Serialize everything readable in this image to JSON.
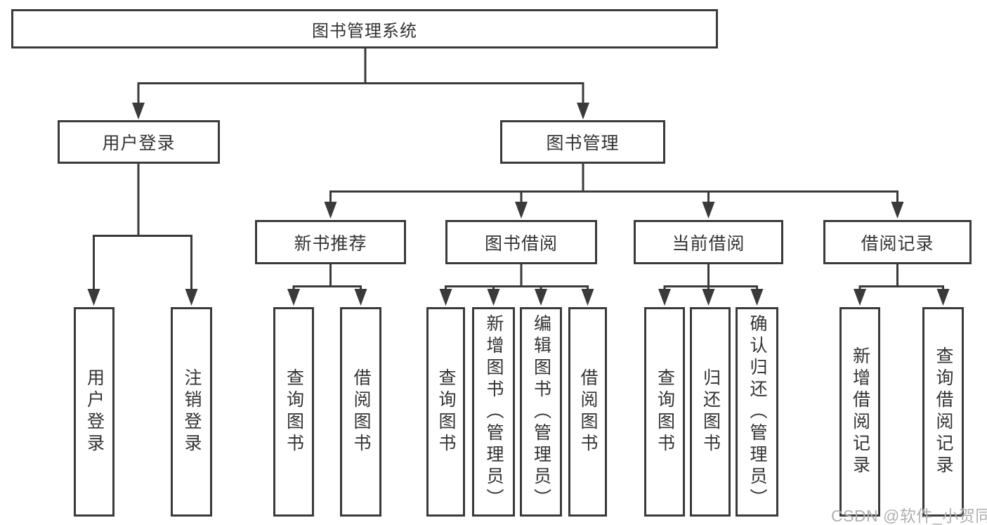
{
  "watermark": {
    "text": "CSDN @软件_小贺同学"
  },
  "colors": {
    "line": "#3a3a3a",
    "text": "#333333",
    "watermark": "#b0b0b0",
    "background": "#ffffff"
  },
  "tree": {
    "label": "图书管理系统",
    "children": [
      {
        "label": "用户登录",
        "children": [
          {
            "label": "用户登录"
          },
          {
            "label": "注销登录"
          }
        ]
      },
      {
        "label": "图书管理",
        "children": [
          {
            "label": "新书推荐",
            "children": [
              {
                "label": "查询图书"
              },
              {
                "label": "借阅图书"
              }
            ]
          },
          {
            "label": "图书借阅",
            "children": [
              {
                "label": "查询图书"
              },
              {
                "label": "新增图书（管理员）"
              },
              {
                "label": "编辑图书（管理员）"
              },
              {
                "label": "借阅图书"
              }
            ]
          },
          {
            "label": "当前借阅",
            "children": [
              {
                "label": "查询图书"
              },
              {
                "label": "归还图书"
              },
              {
                "label": "确认归还（管理员）"
              }
            ]
          },
          {
            "label": "借阅记录",
            "children": [
              {
                "label": "新增借阅记录"
              },
              {
                "label": "查询借阅记录"
              }
            ]
          }
        ]
      }
    ]
  }
}
